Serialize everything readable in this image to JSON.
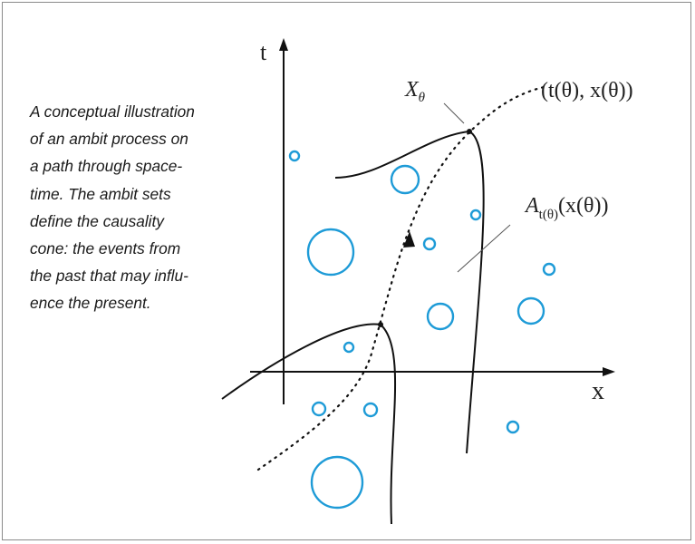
{
  "caption_lines": [
    "A conceptual illustration",
    "of an ambit process on",
    "a path through space-",
    "time. The ambit sets",
    "define the causality",
    "cone: the events from",
    "the past that may influ-",
    "ence the present."
  ],
  "labels": {
    "t_axis": "t",
    "x_axis": "x",
    "point_label": "X",
    "point_sub": "θ",
    "path_label": "(t(θ), x(θ))",
    "set_label": "A",
    "set_sub": "t(θ)",
    "set_arg": "(x(θ))"
  },
  "colors": {
    "circles": "#1e9bd7",
    "lines": "#111111"
  }
}
